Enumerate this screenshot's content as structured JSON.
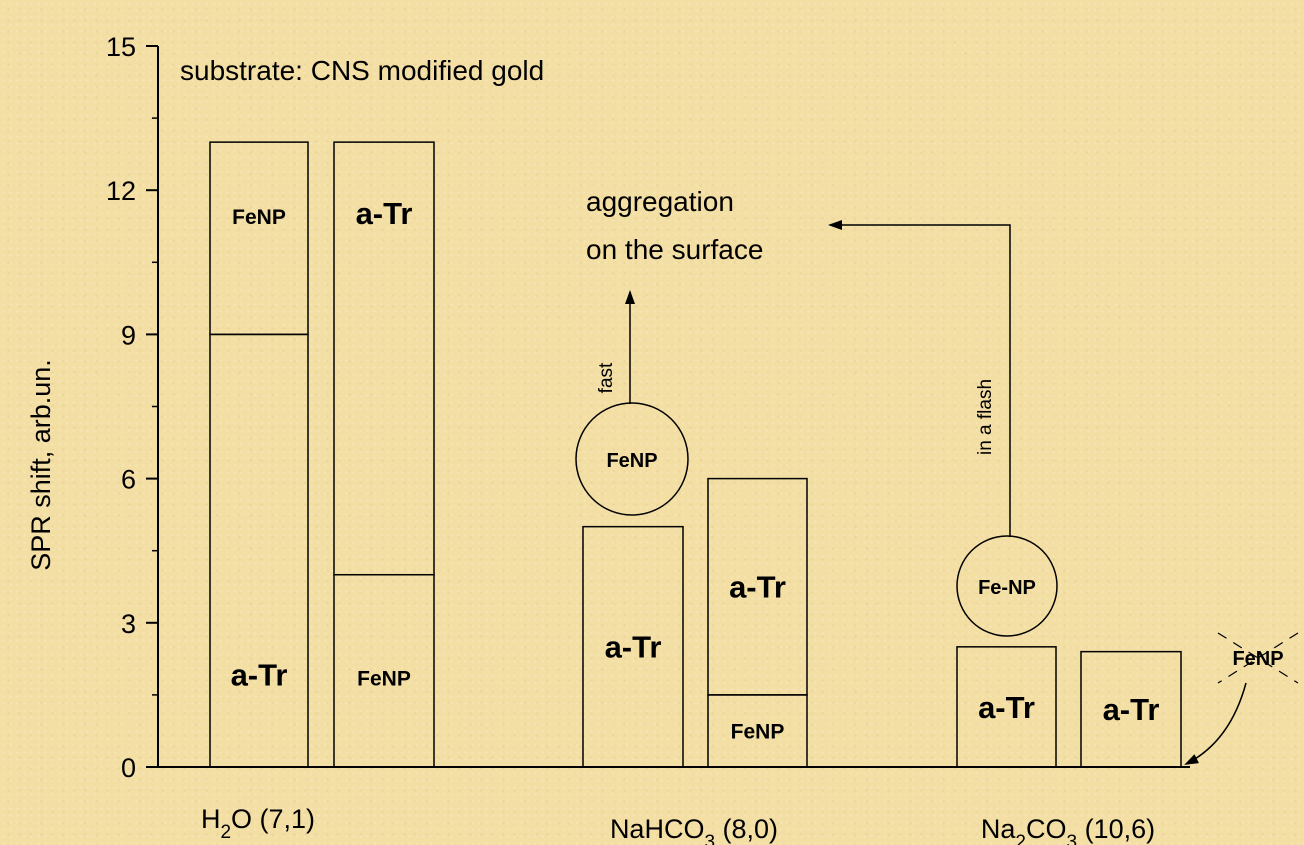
{
  "chart_data": {
    "type": "bar",
    "ylabel": "SPR shift, arb.un.",
    "ylim": [
      0,
      15
    ],
    "yticks": [
      0,
      3,
      6,
      9,
      12,
      15
    ],
    "annotation_substrate": "substrate: CNS modified gold",
    "groups": [
      {
        "base": "H",
        "sub": "2",
        "rest": "O (7,1)"
      },
      {
        "base": "NaHCO",
        "sub": "3",
        "rest": " (8,0)"
      },
      {
        "base": "Na",
        "sub": "2",
        "rest": "CO",
        "sub2": "3",
        "rest2": " (10,6)"
      }
    ],
    "bars": [
      {
        "group": 0,
        "segments": [
          {
            "label": "a-Tr",
            "value": 9
          },
          {
            "label": "FeNP",
            "value": 4
          }
        ]
      },
      {
        "group": 0,
        "segments": [
          {
            "label": "FeNP",
            "value": 4
          },
          {
            "label": "a-Tr",
            "value": 9
          }
        ]
      },
      {
        "group": 1,
        "segments": [
          {
            "label": "a-Tr",
            "value": 5
          }
        ]
      },
      {
        "group": 1,
        "segments": [
          {
            "label": "FeNP",
            "value": 1.5
          },
          {
            "label": "a-Tr",
            "value": 4.5
          }
        ]
      },
      {
        "group": 2,
        "segments": [
          {
            "label": "a-Tr",
            "value": 2.5
          }
        ]
      },
      {
        "group": 2,
        "segments": [
          {
            "label": "a-Tr",
            "value": 2.4
          }
        ]
      }
    ],
    "circles": [
      {
        "label": "FeNP",
        "bar": 2
      },
      {
        "label": "Fe-NP",
        "bar": 4
      }
    ],
    "aggregation_line1": "aggregation",
    "aggregation_line2": "on the surface",
    "arrow_fast_label": "fast",
    "arrow_flash_label": "in a flash",
    "crossed_label": "FeNP"
  }
}
